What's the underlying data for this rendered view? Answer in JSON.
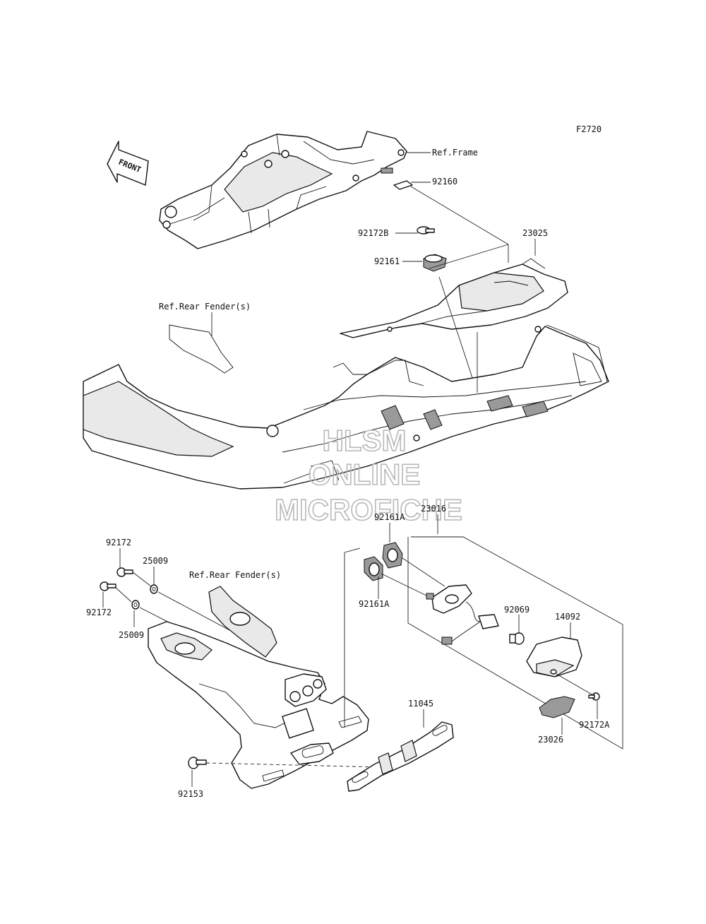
{
  "figure_code": "F2720",
  "front_badge": "FRONT",
  "references": {
    "frame": "Ref.Frame",
    "rear_fender_top": "Ref.Rear Fender(s)",
    "rear_fender_bottom": "Ref.Rear Fender(s)"
  },
  "part_labels": {
    "p92160": "92160",
    "p92172B": "92172B",
    "p23025": "23025",
    "p92161": "92161",
    "p92161A_top": "92161A",
    "p23016": "23016",
    "p92161A_bottom": "92161A",
    "p92172_a": "92172",
    "p25009_a": "25009",
    "p92172_b": "92172",
    "p25009_b": "25009",
    "p92069": "92069",
    "p14092": "14092",
    "p92172A": "92172A",
    "p23026": "23026",
    "p11045": "11045",
    "p92153": "92153"
  },
  "watermark": {
    "line1": "HLSM",
    "line2": "ONLINE",
    "line3": "MICROFICHE"
  }
}
